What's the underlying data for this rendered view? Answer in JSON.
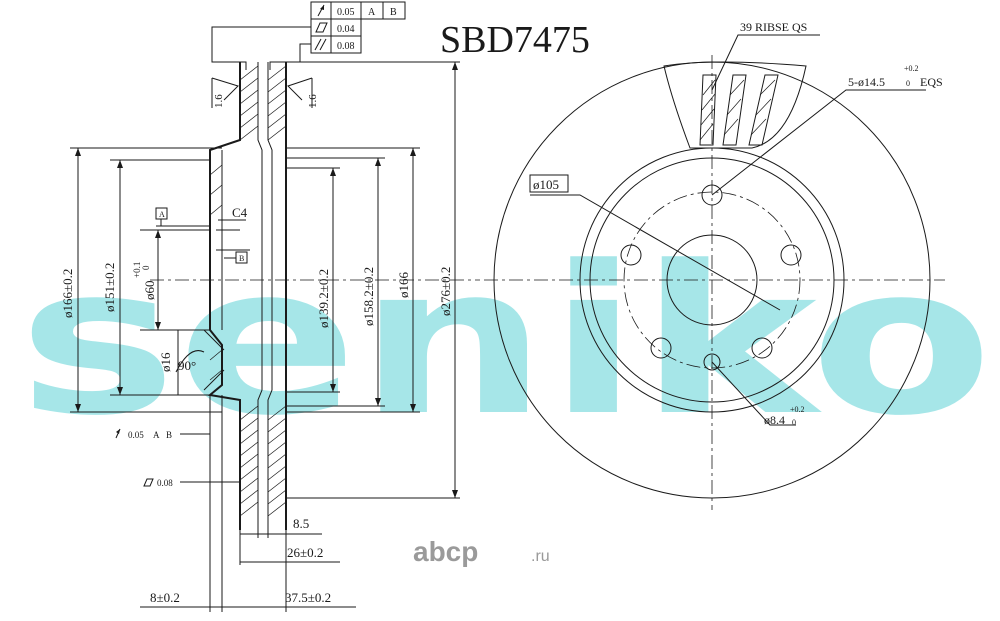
{
  "part_number": "SBD7475",
  "tolerance_frame": {
    "row1": {
      "value": "0.05",
      "ref_a": "A",
      "ref_b": "B"
    },
    "row2": {
      "value": "0.04"
    },
    "row3": {
      "value": "0.08"
    }
  },
  "surface_finish": {
    "left": "1.6",
    "right": "1.6"
  },
  "datum_labels": {
    "a": "A",
    "b": "B"
  },
  "chamfer": "C4",
  "angle": "90°",
  "dimensions_left": {
    "d166": "ø166±0.2",
    "d151": "ø151±0.2",
    "d60": "ø60",
    "d60_tol_upper": "+0.1",
    "d60_tol_lower": "0",
    "d16": "ø16"
  },
  "dimensions_right": {
    "d139": "ø139.2±0.2",
    "d158": "ø158.2±0.2",
    "d166": "ø166",
    "d276": "ø276±0.2"
  },
  "bottom_tolerances": {
    "runout": {
      "value": "0.05",
      "ref_a": "A",
      "ref_b": "B"
    },
    "flatness": {
      "value": "0.08"
    }
  },
  "bottom_dimensions": {
    "d85": "8.5",
    "d26": "26±0.2",
    "d8": "8±0.2",
    "d375": "37.5±0.2"
  },
  "front_view": {
    "ribs": "39 RIBSE QS",
    "holes": "5-ø14.5",
    "holes_tol_upper": "+0.2",
    "holes_tol_lower": "0",
    "holes_suffix": "EQS",
    "pcd": "ø105",
    "small_hole": "ø8.4",
    "small_hole_tol_upper": "+0.2",
    "small_hole_tol_lower": "0"
  },
  "watermark": "seniko",
  "abcp_logo": {
    "name": "abcp",
    "suffix": ".ru"
  }
}
